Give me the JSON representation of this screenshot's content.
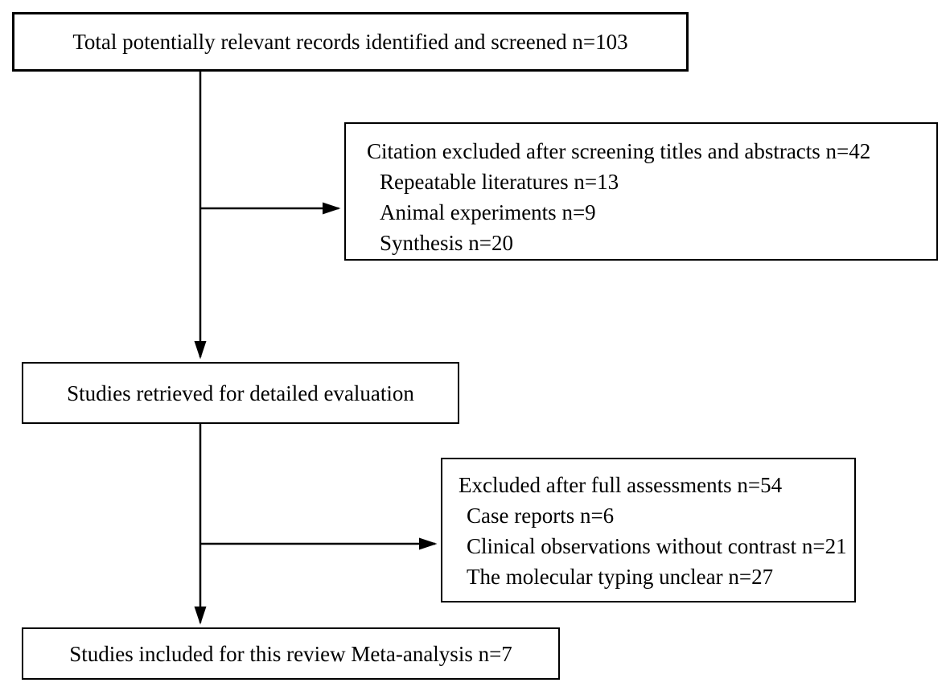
{
  "diagram": {
    "kind": "study-selection-flowchart",
    "colors": {
      "background": "#ffffff",
      "border": "#000000",
      "text": "#000000",
      "arrow": "#000000"
    },
    "boxes": {
      "records": {
        "text": "Total potentially relevant records identified and screened n=103"
      },
      "excluded_screening": {
        "title": "Citation excluded after screening titles and abstracts n=42",
        "items": [
          "Repeatable literatures n=13",
          "Animal experiments n=9",
          "Synthesis n=20"
        ]
      },
      "retrieved": {
        "text": "Studies retrieved for detailed evaluation"
      },
      "excluded_full": {
        "title": "Excluded after full assessments n=54",
        "items": [
          "Case reports n=6",
          "Clinical observations without contrast n=21",
          "The molecular typing unclear n=27"
        ]
      },
      "included": {
        "text": "Studies included for this review Meta-analysis n=7"
      }
    }
  }
}
